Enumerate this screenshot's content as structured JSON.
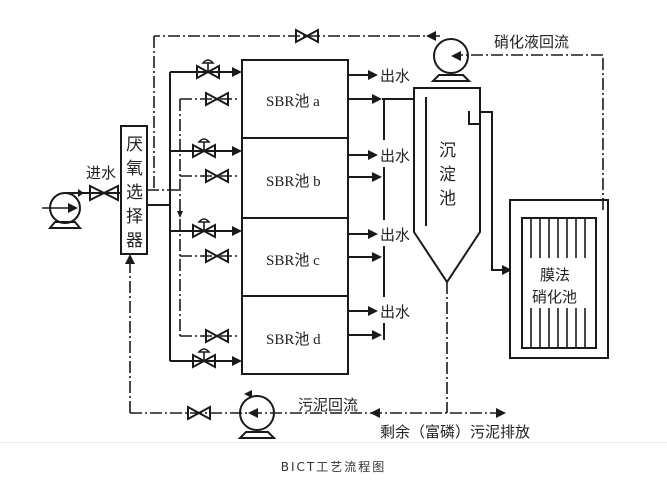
{
  "diagram": {
    "inlet_label": "进水",
    "anaerobic_selector": [
      "厌",
      "氧",
      "选",
      "择",
      "器"
    ],
    "sbr_tanks": [
      {
        "id": "a",
        "label": "SBR池 a"
      },
      {
        "id": "b",
        "label": "SBR池 b"
      },
      {
        "id": "c",
        "label": "SBR池 c"
      },
      {
        "id": "d",
        "label": "SBR池 d"
      }
    ],
    "effluent_labels": [
      "出水",
      "出水",
      "出水",
      "出水"
    ],
    "settling_tank": [
      "沉",
      "淀",
      "池"
    ],
    "membrane_tank": [
      "膜法",
      "硝化池"
    ],
    "nitrified_recycle_label": "硝化液回流",
    "sludge_return_label": "污泥回流",
    "excess_sludge_label": "剩余（富磷）污泥排放"
  },
  "caption": "BICT工艺流程图"
}
